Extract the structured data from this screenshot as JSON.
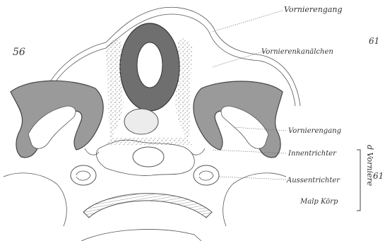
{
  "figure": {
    "figure_number": "56",
    "page_edge_marks": [
      "61",
      "61"
    ]
  },
  "labels": {
    "vornierengang_top": "Vornierengang",
    "vornierenkanalchen": "Vornierenkanälchen",
    "vornierengang_side": "Vornierengang",
    "innentrichter": "Innentrichter",
    "aussentrichter": "Aussentrichter",
    "malp_korp": "Malp Körp",
    "bracket_label": "d Vorniere"
  }
}
